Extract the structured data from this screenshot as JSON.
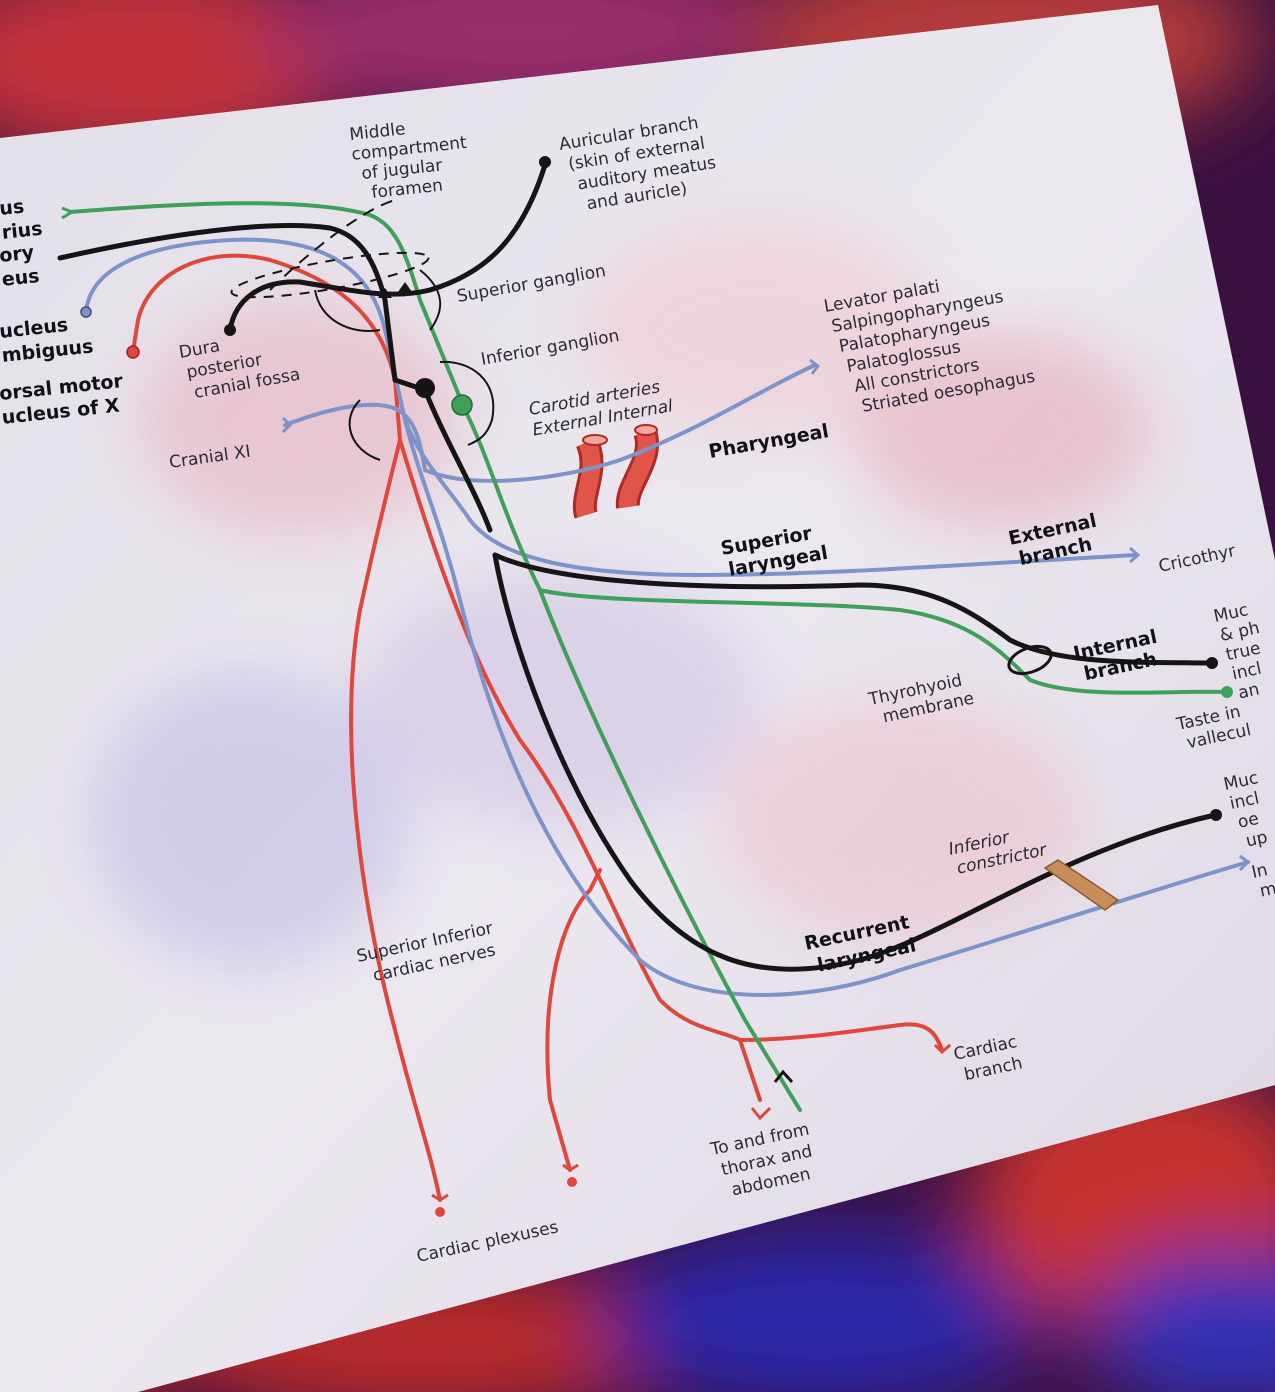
{
  "colors": {
    "sensory": "#3fa05a",
    "general_sensory": "#151515",
    "motor": "#7d93c9",
    "parasympathetic": "#e0473a",
    "artery": "#d9463a",
    "constrictor": "#c98d5a",
    "paper": "#e9e6ee"
  },
  "labels": {
    "nucleus_solitarius": [
      "us",
      "rius"
    ],
    "sensory_nucleus": [
      "ory",
      "eus"
    ],
    "nucleus_ambiguus": [
      "ucleus",
      "mbiguus"
    ],
    "dorsal_motor": [
      "orsal motor",
      "ucleus of X"
    ],
    "middle_compartment": [
      "Middle",
      "compartment",
      "of jugular",
      "foramen"
    ],
    "auricular_branch": [
      "Auricular branch",
      "(skin of external",
      "auditory meatus",
      "and auricle)"
    ],
    "superior_ganglion": "Superior ganglion",
    "inferior_ganglion": "Inferior ganglion",
    "dura": [
      "Dura",
      "posterior",
      "cranial fossa"
    ],
    "cranial_xi": "Cranial XI",
    "pharyngeal_muscles": [
      "Levator palati",
      "Salpingopharyngeus",
      "Palatopharyngeus",
      "Palatoglossus",
      "All constrictors",
      "Striated oesophagus"
    ],
    "carotid": [
      "Carotid arteries",
      "External  Internal"
    ],
    "pharyngeal": "Pharyngeal",
    "superior_laryngeal": [
      "Superior",
      "laryngeal"
    ],
    "external_branch": [
      "External",
      "branch"
    ],
    "cricothyroid": "Cricothyr",
    "internal_branch": [
      "Internal",
      "branch"
    ],
    "mucosa_upper": [
      "Muc",
      "& ph",
      "true",
      "incl",
      "an"
    ],
    "thyrohyoid": [
      "Thyrohyoid",
      "membrane"
    ],
    "taste": [
      "Taste in",
      "vallecul"
    ],
    "mucosa_lower": [
      "Muc",
      "incl",
      "oe",
      "up"
    ],
    "inferior_constrictor": [
      "Inferior",
      "constrictor"
    ],
    "intrinsic": [
      "In",
      "m"
    ],
    "recurrent_laryngeal": [
      "Recurrent",
      "laryngeal"
    ],
    "cardiac_nerves": [
      "Superior   Inferior",
      "cardiac nerves"
    ],
    "cardiac_branch": [
      "Cardiac",
      "branch"
    ],
    "thorax": [
      "To and from",
      "thorax and",
      "abdomen"
    ],
    "cardiac_plexuses": "Cardiac plexuses"
  }
}
